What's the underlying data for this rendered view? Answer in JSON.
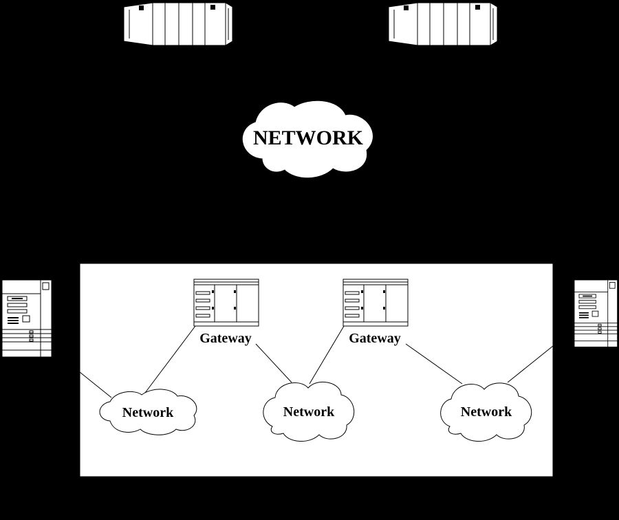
{
  "colors": {
    "background": "#000000",
    "panel": "#ffffff",
    "stroke": "#000000",
    "device_fill": "#ffffff"
  },
  "icons": {
    "top_devices": "disk-array-icon",
    "side_devices": "server-tower-icon",
    "gateways": "gateway-router-icon",
    "clouds": "network-cloud-icon"
  },
  "main_network": {
    "label": "NETWORK"
  },
  "gateways": [
    {
      "label": "Gateway"
    },
    {
      "label": "Gateway"
    }
  ],
  "networks": [
    {
      "label": "Network"
    },
    {
      "label": "Network"
    },
    {
      "label": "Network"
    }
  ]
}
